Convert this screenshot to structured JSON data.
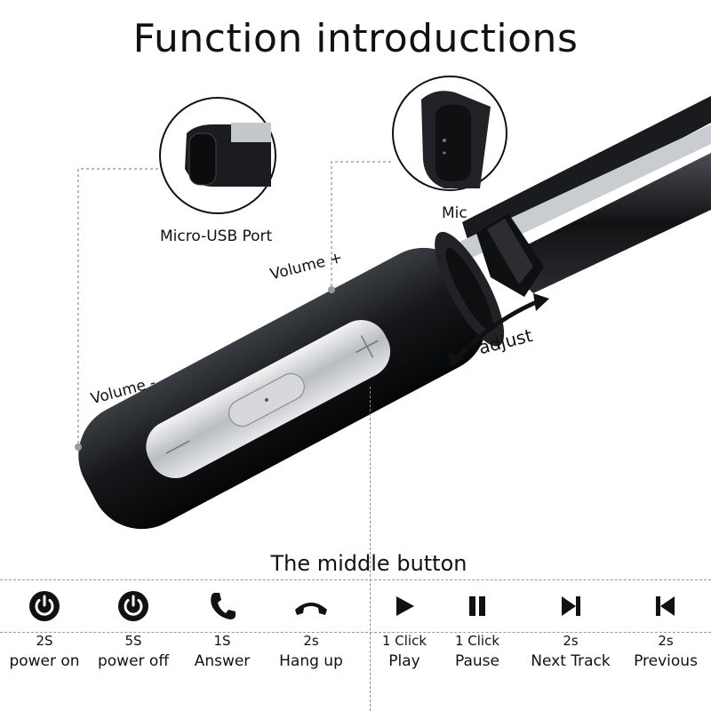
{
  "title": "Function introductions",
  "callouts": {
    "micro_usb": "Micro-USB Port",
    "mic": "Mic",
    "volume_plus": "Volume +",
    "volume_minus": "Volume -",
    "adjust": "adjust"
  },
  "middle_button_heading": "The middle button",
  "functions": [
    {
      "icon": "power-on-icon",
      "line1": "2S",
      "line2": "power on"
    },
    {
      "icon": "power-off-icon",
      "line1": "5S",
      "line2": "power off"
    },
    {
      "icon": "phone-answer-icon",
      "line1": "1S",
      "line2": "Answer"
    },
    {
      "icon": "phone-hangup-icon",
      "line1": "2s",
      "line2": "Hang up"
    },
    {
      "icon": "play-icon",
      "line1": "1 Click",
      "line2": "Play"
    },
    {
      "icon": "pause-icon",
      "line1": "1 Click",
      "line2": "Pause"
    },
    {
      "icon": "next-track-icon",
      "line1": "2s",
      "line2": "Next Track"
    },
    {
      "icon": "previous-track-icon",
      "line1": "2s",
      "line2": "Previous"
    }
  ]
}
